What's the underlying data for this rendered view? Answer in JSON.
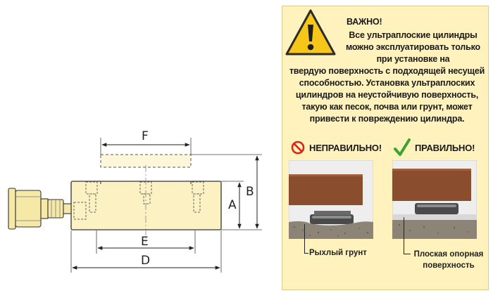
{
  "drawing": {
    "labels": {
      "F": "F",
      "E": "E",
      "D": "D",
      "A": "A",
      "B": "B"
    }
  },
  "warning": {
    "title": "ВАЖНО!",
    "body_a": "Все ультраплоские цилиндры можно эксплуатировать только при установке на",
    "body_b": "твердую поверхность с подходящей несущей способностью. Установка ультраплоских цилиндров на неустойчивую поверхность, такую как песок, почва или грунт, может привести к повреждению цилиндра.",
    "wrong_label": "НЕПРАВИЛЬНО!",
    "right_label": "ПРАВИЛЬНО!",
    "wrong_caption": "Рыхлый грунт",
    "right_caption": "Плоская опорная поверхность"
  },
  "colors": {
    "panel_bg": "#fff2bd",
    "warning_yellow": "#f6c619",
    "cylinder_fill": "#fbf1c2",
    "wood_brown": "#8a4d2e",
    "wrong_red": "#d6271c",
    "right_green": "#3aa52e"
  },
  "icons": [
    "warning-triangle-icon",
    "prohibited-icon",
    "checkmark-icon"
  ]
}
